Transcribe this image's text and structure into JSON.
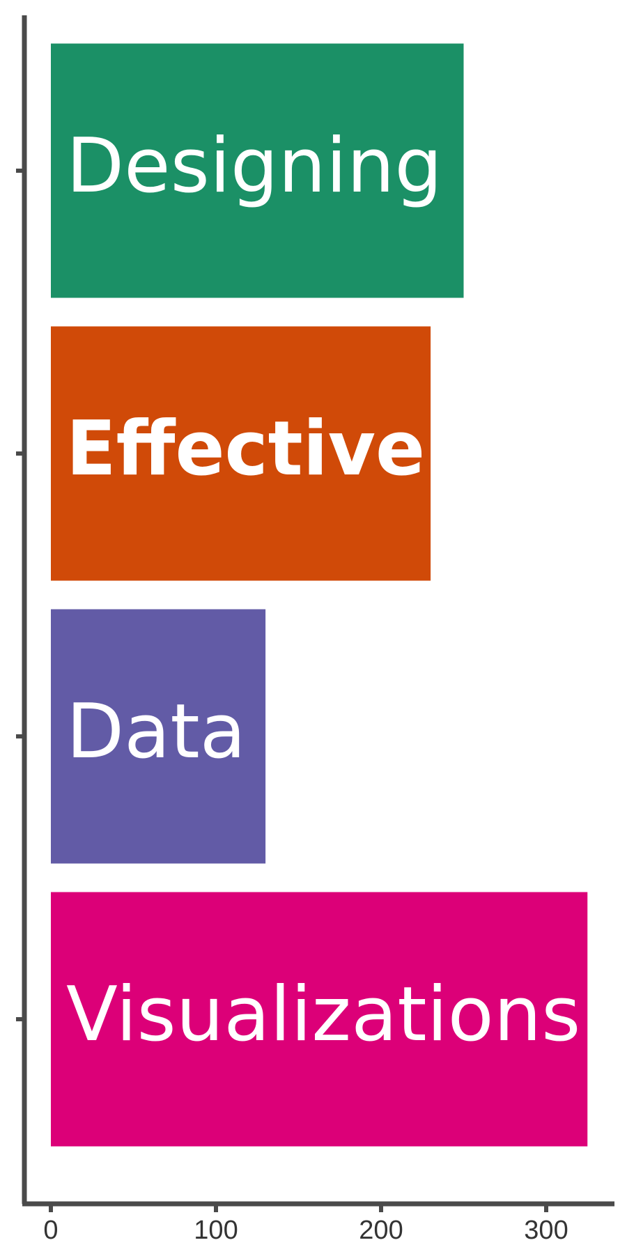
{
  "chart_data": {
    "type": "bar",
    "orientation": "horizontal",
    "categories": [
      "Designing",
      "Effective",
      "Data",
      "Visualizations"
    ],
    "values": [
      250,
      230,
      130,
      325
    ],
    "colors": [
      "#1b9066",
      "#d04a08",
      "#625ba6",
      "#dc0078"
    ],
    "bold": [
      false,
      true,
      false,
      false
    ],
    "xlim": [
      -15,
      340
    ],
    "xticks": [
      0,
      100,
      200,
      300
    ],
    "xtick_labels": [
      "0",
      "100",
      "200",
      "300"
    ],
    "title": "",
    "xlabel": "",
    "ylabel": "",
    "grid": false,
    "legend": "none"
  }
}
